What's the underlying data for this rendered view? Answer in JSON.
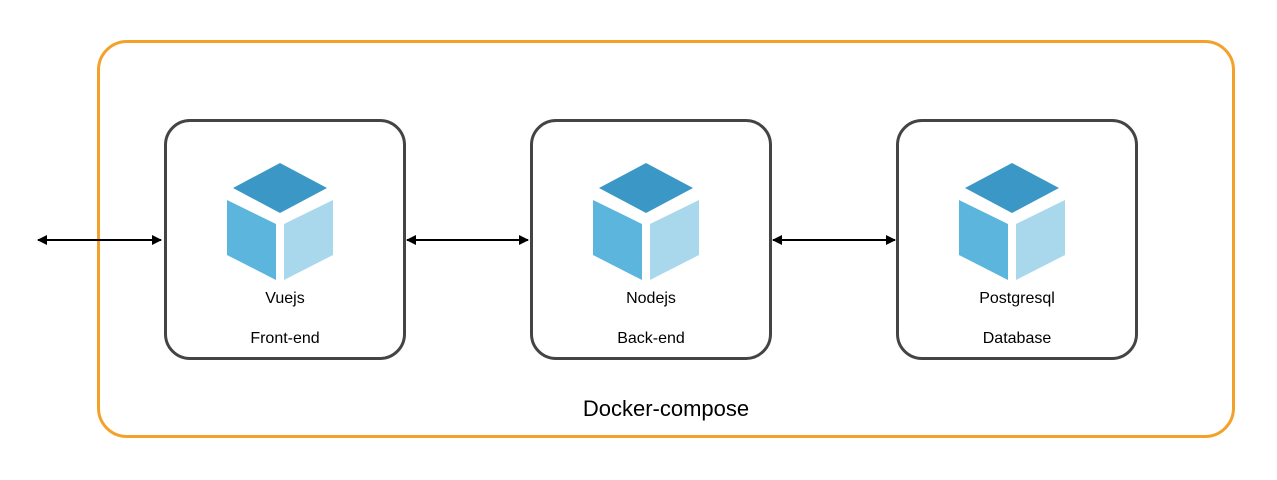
{
  "diagram": {
    "container_label": "Docker-compose",
    "services": [
      {
        "name": "Vuejs",
        "role": "Front-end"
      },
      {
        "name": "Nodejs",
        "role": "Back-end"
      },
      {
        "name": "Postgresql",
        "role": "Database"
      }
    ],
    "colors": {
      "container_border": "#f4a12a",
      "service_border": "#444444",
      "cube_top": "#3b98c6",
      "cube_left": "#5bb5dc",
      "cube_right": "#a9d8ec",
      "arrow": "#000000"
    },
    "icons": [
      "cube-icon"
    ],
    "connections": [
      {
        "from": "external",
        "to": "Vuejs",
        "direction": "bidirectional"
      },
      {
        "from": "Vuejs",
        "to": "Nodejs",
        "direction": "bidirectional"
      },
      {
        "from": "Nodejs",
        "to": "Postgresql",
        "direction": "bidirectional"
      }
    ]
  }
}
